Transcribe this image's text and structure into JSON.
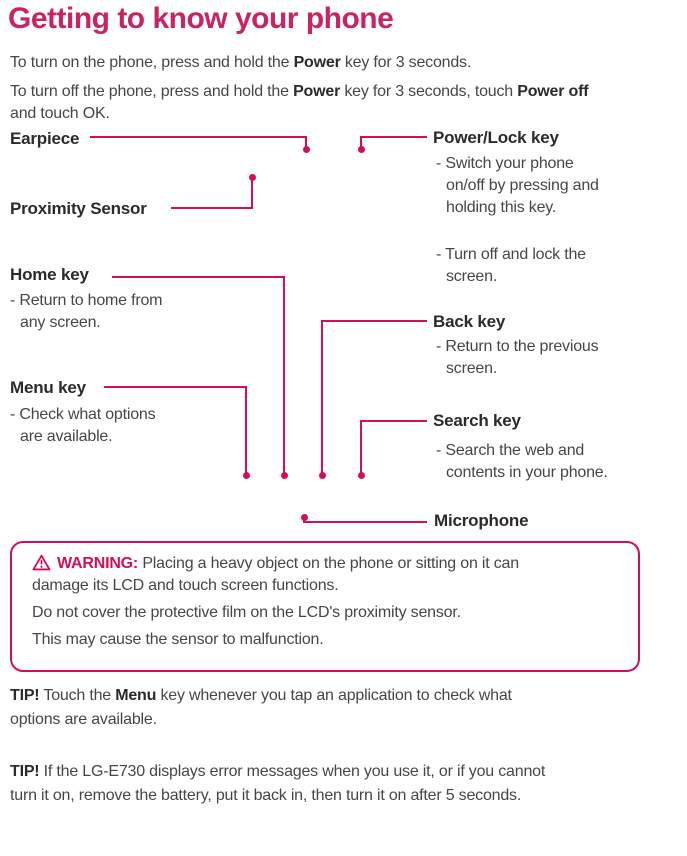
{
  "colors": {
    "accent": "#d30d5b",
    "title": "#c92364",
    "text": "#464646",
    "bold": "#2b2b2b"
  },
  "title": "Getting to know your phone",
  "intro": {
    "p1": [
      "To turn on the phone, press and hold the ",
      "Power",
      " key for 3 seconds."
    ],
    "p2": [
      "To turn off the phone, press and hold the ",
      "Power",
      " key for 3 seconds, touch ",
      "Power off"
    ],
    "p2b": "and touch OK."
  },
  "callouts": {
    "earpiece": {
      "label": "Earpiece"
    },
    "power_lock": {
      "label": "Power/Lock key",
      "b1": [
        "- Switch your phone",
        "on/off by pressing and",
        "holding this key."
      ],
      "b2": [
        "- Turn off and lock the",
        "screen."
      ]
    },
    "proximity": {
      "label": "Proximity Sensor"
    },
    "home": {
      "label": "Home key",
      "b1": [
        "- Return to home from",
        "any screen."
      ]
    },
    "back": {
      "label": "Back key",
      "b1": [
        "- Return to the previous",
        "screen."
      ]
    },
    "menu": {
      "label": "Menu key",
      "b1": [
        "- Check what options",
        "are available."
      ]
    },
    "search": {
      "label": "Search key",
      "b1": [
        "- Search the web and",
        "contents in your phone."
      ]
    },
    "microphone": {
      "label": "Microphone"
    }
  },
  "warning": {
    "label": "WARNING:",
    "line1": "Placing a heavy object on the phone or sitting on it can",
    "line2": "damage its LCD and touch screen functions.",
    "line3": "Do not cover the protective film on the LCD's proximity sensor.",
    "line4": "This may cause the sensor to malfunction."
  },
  "tips": {
    "tip1": {
      "label": "TIP!",
      "parts": [
        "Touch the ",
        "Menu",
        " key whenever you tap an application to check what"
      ],
      "line2": "options are available."
    },
    "tip2": {
      "label": "TIP!",
      "line1": "If the LG-E730 displays error messages when you use it, or if you cannot",
      "line2": "turn it on, remove the battery, put it back in, then turn it on after 5 seconds."
    }
  }
}
